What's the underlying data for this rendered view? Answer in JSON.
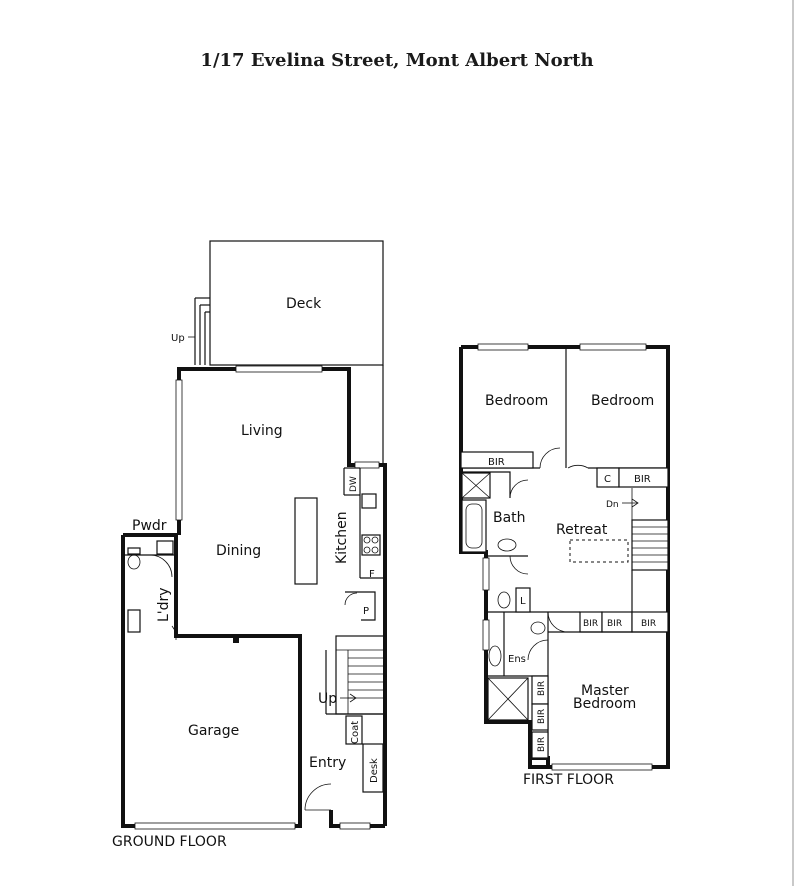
{
  "title": "1/17 Evelina Street, Mont Albert North",
  "floors": {
    "ground": "GROUND FLOOR",
    "first": "FIRST FLOOR"
  },
  "rooms": {
    "deck": "Deck",
    "living": "Living",
    "dining": "Dining",
    "kitchen": "Kitchen",
    "pwdr": "Pwdr",
    "ldry": "L'dry",
    "garage": "Garage",
    "entry": "Entry",
    "desk": "Desk",
    "coat": "Coat",
    "bedroom_1": "Bedroom",
    "bedroom_2": "Bedroom",
    "bath": "Bath",
    "retreat": "Retreat",
    "ens": "Ens",
    "master_bedroom_line1": "Master",
    "master_bedroom_line2": "Bedroom"
  },
  "fixtures": {
    "dw": "DW",
    "fridge": "F",
    "pantry": "P",
    "linen": "L",
    "cupboard": "C",
    "bir": "BIR"
  },
  "arrows": {
    "up": "Up",
    "down": "Dn"
  }
}
